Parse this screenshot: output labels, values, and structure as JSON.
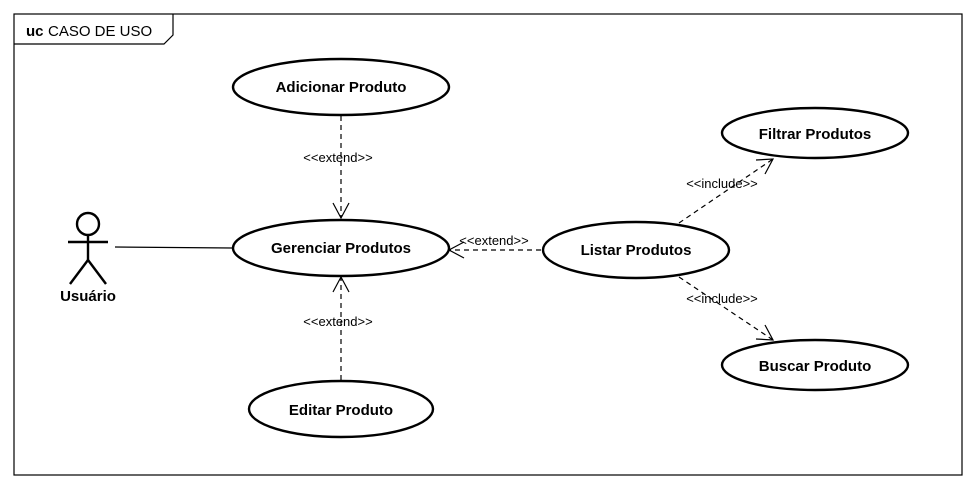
{
  "frame": {
    "keyword": "uc",
    "title": "CASO DE USO"
  },
  "actor": {
    "label": "Usuário"
  },
  "use_cases": {
    "adicionar": "Adicionar Produto",
    "gerenciar": "Gerenciar Produtos",
    "editar": "Editar Produto",
    "listar": "Listar Produtos",
    "filtrar": "Filtrar Produtos",
    "buscar": "Buscar Produto"
  },
  "relations": {
    "adicionar_extend": "<<extend>>",
    "editar_extend": "<<extend>>",
    "listar_extend": "<<extend>>",
    "filtrar_include": "<<include>>",
    "buscar_include": "<<include>>"
  }
}
